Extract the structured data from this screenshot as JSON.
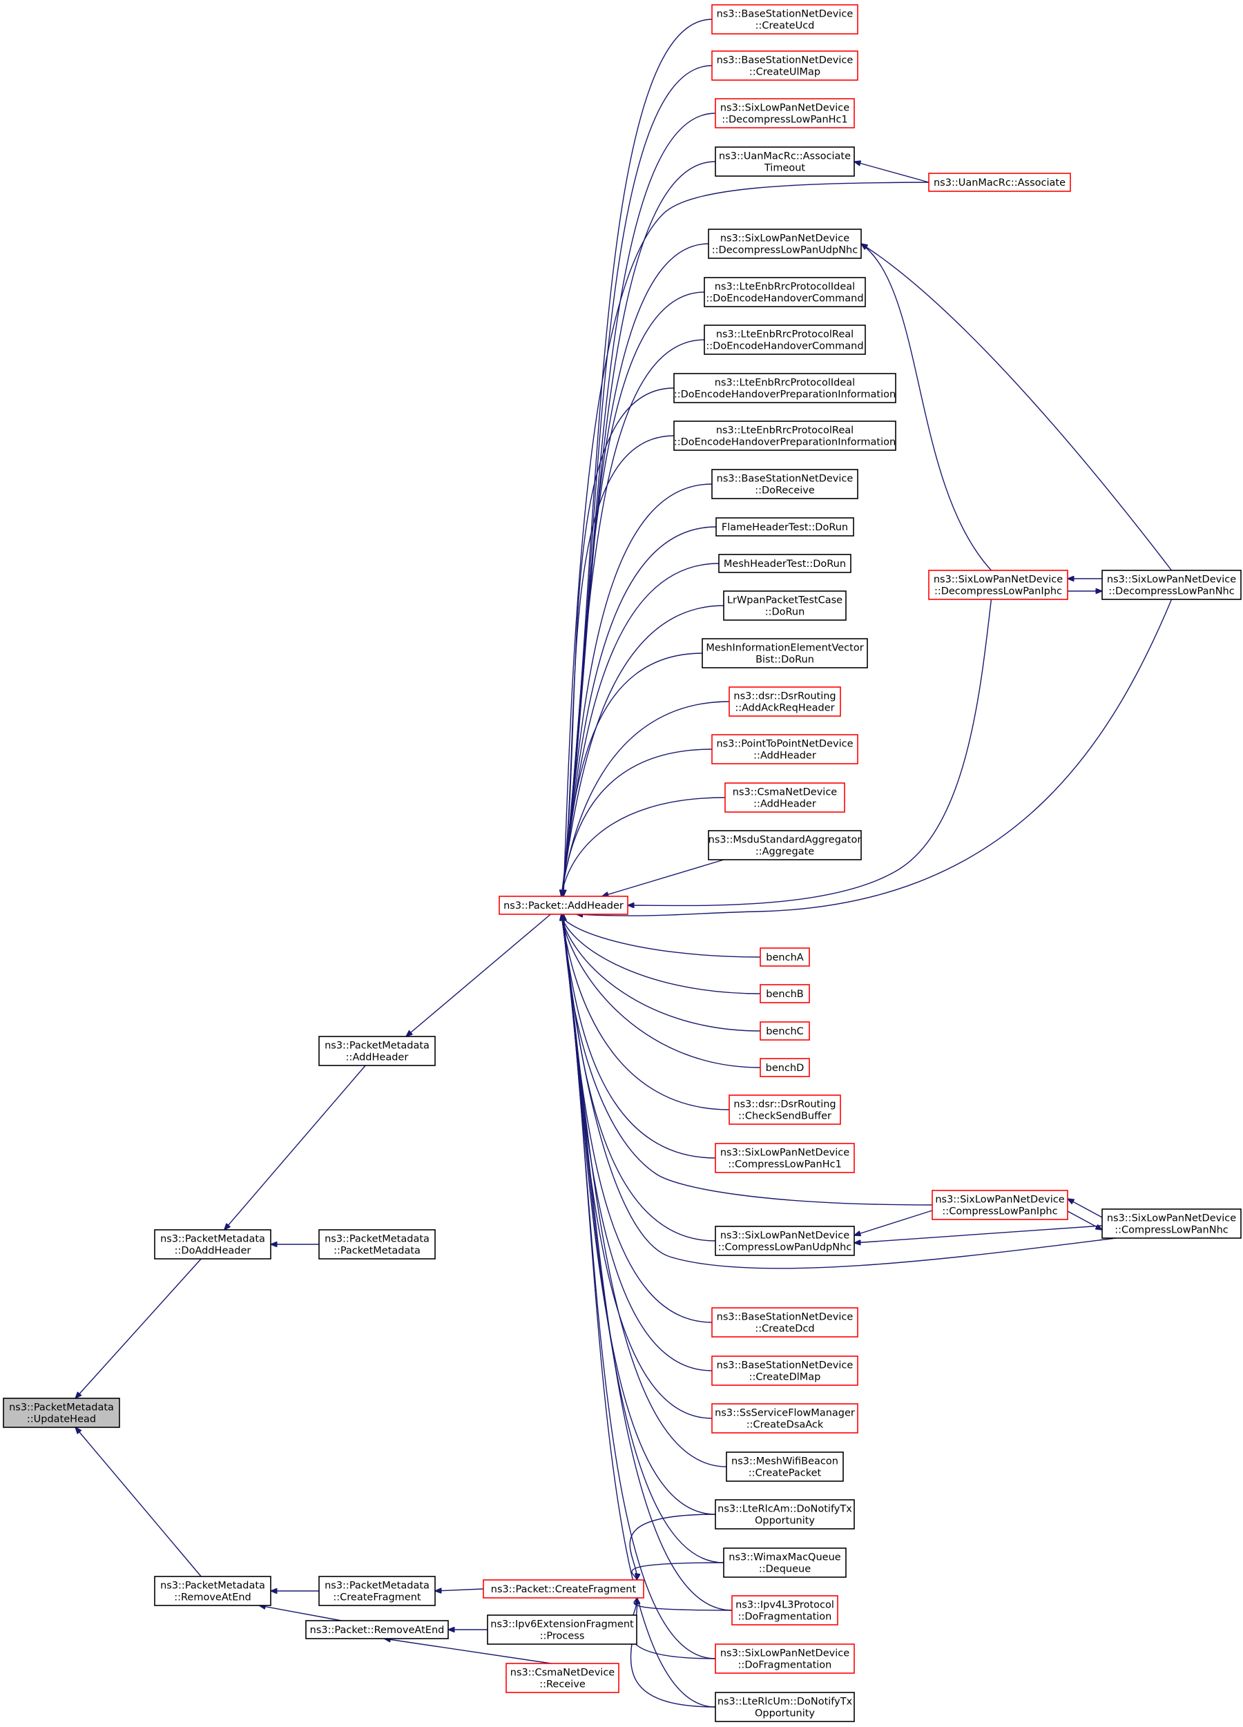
{
  "diagram": {
    "colors": {
      "edge": "#191970",
      "border_default": "#000000",
      "border_truncated": "#ff0000",
      "root_fill": "#bfbfbf"
    },
    "nodes": [
      {
        "id": "n0",
        "lines": [
          "ns3::PacketMetadata",
          "::UpdateHead"
        ],
        "style": "gray"
      },
      {
        "id": "n1",
        "lines": [
          "ns3::PacketMetadata",
          "::DoAddHeader"
        ],
        "style": "black"
      },
      {
        "id": "n2",
        "lines": [
          "ns3::PacketMetadata",
          "::RemoveAtEnd"
        ],
        "style": "black"
      },
      {
        "id": "n3",
        "lines": [
          "ns3::PacketMetadata",
          "::AddHeader"
        ],
        "style": "black"
      },
      {
        "id": "n4",
        "lines": [
          "ns3::PacketMetadata",
          "::PacketMetadata"
        ],
        "style": "black"
      },
      {
        "id": "n5",
        "lines": [
          "ns3::PacketMetadata",
          "::CreateFragment"
        ],
        "style": "black"
      },
      {
        "id": "n6",
        "lines": [
          "ns3::Packet::RemoveAtEnd"
        ],
        "style": "black"
      },
      {
        "id": "n7",
        "lines": [
          "ns3::Packet::AddHeader"
        ],
        "style": "red"
      },
      {
        "id": "n8",
        "lines": [
          "ns3::Packet::CreateFragment"
        ],
        "style": "red"
      },
      {
        "id": "n9",
        "lines": [
          "ns3::Ipv6ExtensionFragment",
          "::Process"
        ],
        "style": "black"
      },
      {
        "id": "n10",
        "lines": [
          "ns3::CsmaNetDevice",
          "::Receive"
        ],
        "style": "red"
      },
      {
        "id": "a1",
        "lines": [
          "ns3::BaseStationNetDevice",
          "::CreateUcd"
        ],
        "style": "red"
      },
      {
        "id": "a2",
        "lines": [
          "ns3::BaseStationNetDevice",
          "::CreateUlMap"
        ],
        "style": "red"
      },
      {
        "id": "a3",
        "lines": [
          "ns3::SixLowPanNetDevice",
          "::DecompressLowPanHc1"
        ],
        "style": "red"
      },
      {
        "id": "a4",
        "lines": [
          "ns3::UanMacRc::Associate",
          "Timeout"
        ],
        "style": "black"
      },
      {
        "id": "a5",
        "lines": [
          "ns3::SixLowPanNetDevice",
          "::DecompressLowPanUdpNhc"
        ],
        "style": "black"
      },
      {
        "id": "a6",
        "lines": [
          "ns3::LteEnbRrcProtocolIdeal",
          "::DoEncodeHandoverCommand"
        ],
        "style": "black"
      },
      {
        "id": "a7",
        "lines": [
          "ns3::LteEnbRrcProtocolReal",
          "::DoEncodeHandoverCommand"
        ],
        "style": "black"
      },
      {
        "id": "a8",
        "lines": [
          "ns3::LteEnbRrcProtocolIdeal",
          "::DoEncodeHandoverPreparationInformation"
        ],
        "style": "black"
      },
      {
        "id": "a9",
        "lines": [
          "ns3::LteEnbRrcProtocolReal",
          "::DoEncodeHandoverPreparationInformation"
        ],
        "style": "black"
      },
      {
        "id": "a10",
        "lines": [
          "ns3::BaseStationNetDevice",
          "::DoReceive"
        ],
        "style": "black"
      },
      {
        "id": "a11",
        "lines": [
          "FlameHeaderTest::DoRun"
        ],
        "style": "black"
      },
      {
        "id": "a12",
        "lines": [
          "MeshHeaderTest::DoRun"
        ],
        "style": "black"
      },
      {
        "id": "a13",
        "lines": [
          "LrWpanPacketTestCase",
          "::DoRun"
        ],
        "style": "black"
      },
      {
        "id": "a14",
        "lines": [
          "MeshInformationElementVector",
          "Bist::DoRun"
        ],
        "style": "black"
      },
      {
        "id": "a15",
        "lines": [
          "ns3::dsr::DsrRouting",
          "::AddAckReqHeader"
        ],
        "style": "red"
      },
      {
        "id": "a16",
        "lines": [
          "ns3::PointToPointNetDevice",
          "::AddHeader"
        ],
        "style": "red"
      },
      {
        "id": "a17",
        "lines": [
          "ns3::CsmaNetDevice",
          "::AddHeader"
        ],
        "style": "red"
      },
      {
        "id": "a18",
        "lines": [
          "ns3::MsduStandardAggregator",
          "::Aggregate"
        ],
        "style": "black"
      },
      {
        "id": "a19",
        "lines": [
          "benchA"
        ],
        "style": "red"
      },
      {
        "id": "a20",
        "lines": [
          "benchB"
        ],
        "style": "red"
      },
      {
        "id": "a21",
        "lines": [
          "benchC"
        ],
        "style": "red"
      },
      {
        "id": "a22",
        "lines": [
          "benchD"
        ],
        "style": "red"
      },
      {
        "id": "a23",
        "lines": [
          "ns3::dsr::DsrRouting",
          "::CheckSendBuffer"
        ],
        "style": "red"
      },
      {
        "id": "a24",
        "lines": [
          "ns3::SixLowPanNetDevice",
          "::CompressLowPanHc1"
        ],
        "style": "red"
      },
      {
        "id": "a25",
        "lines": [
          "ns3::SixLowPanNetDevice",
          "::CompressLowPanUdpNhc"
        ],
        "style": "black"
      },
      {
        "id": "a26",
        "lines": [
          "ns3::BaseStationNetDevice",
          "::CreateDcd"
        ],
        "style": "red"
      },
      {
        "id": "a27",
        "lines": [
          "ns3::BaseStationNetDevice",
          "::CreateDlMap"
        ],
        "style": "red"
      },
      {
        "id": "a28",
        "lines": [
          "ns3::SsServiceFlowManager",
          "::CreateDsaAck"
        ],
        "style": "red"
      },
      {
        "id": "a29",
        "lines": [
          "ns3::MeshWifiBeacon",
          "::CreatePacket"
        ],
        "style": "black"
      },
      {
        "id": "a30",
        "lines": [
          "ns3::LteRlcAm::DoNotifyTx",
          "Opportunity"
        ],
        "style": "black"
      },
      {
        "id": "a31",
        "lines": [
          "ns3::WimaxMacQueue",
          "::Dequeue"
        ],
        "style": "black"
      },
      {
        "id": "a32",
        "lines": [
          "ns3::Ipv4L3Protocol",
          "::DoFragmentation"
        ],
        "style": "red"
      },
      {
        "id": "a33",
        "lines": [
          "ns3::SixLowPanNetDevice",
          "::DoFragmentation"
        ],
        "style": "red"
      },
      {
        "id": "a34",
        "lines": [
          "ns3::LteRlcUm::DoNotifyTx",
          "Opportunity"
        ],
        "style": "black"
      },
      {
        "id": "b1",
        "lines": [
          "ns3::UanMacRc::Associate"
        ],
        "style": "red"
      },
      {
        "id": "b2",
        "lines": [
          "ns3::SixLowPanNetDevice",
          "::DecompressLowPanIphc"
        ],
        "style": "red"
      },
      {
        "id": "b3",
        "lines": [
          "ns3::SixLowPanNetDevice",
          "::CompressLowPanIphc"
        ],
        "style": "red"
      },
      {
        "id": "c1",
        "lines": [
          "ns3::SixLowPanNetDevice",
          "::DecompressLowPanNhc"
        ],
        "style": "black"
      },
      {
        "id": "c2",
        "lines": [
          "ns3::SixLowPanNetDevice",
          "::CompressLowPanNhc"
        ],
        "style": "black"
      }
    ],
    "edges": [
      [
        "n1",
        "n0"
      ],
      [
        "n2",
        "n0"
      ],
      [
        "n3",
        "n1"
      ],
      [
        "n4",
        "n1"
      ],
      [
        "n5",
        "n2"
      ],
      [
        "n6",
        "n2"
      ],
      [
        "n7",
        "n3"
      ],
      [
        "n8",
        "n5"
      ],
      [
        "n9",
        "n6"
      ],
      [
        "n10",
        "n6"
      ],
      [
        "a1",
        "n7"
      ],
      [
        "a2",
        "n7"
      ],
      [
        "a3",
        "n7"
      ],
      [
        "a4",
        "n7"
      ],
      [
        "b1",
        "n7"
      ],
      [
        "a5",
        "n7"
      ],
      [
        "a6",
        "n7"
      ],
      [
        "a7",
        "n7"
      ],
      [
        "a8",
        "n7"
      ],
      [
        "a9",
        "n7"
      ],
      [
        "a10",
        "n7"
      ],
      [
        "a11",
        "n7"
      ],
      [
        "a12",
        "n7"
      ],
      [
        "a13",
        "n7"
      ],
      [
        "a14",
        "n7"
      ],
      [
        "a15",
        "n7"
      ],
      [
        "a16",
        "n7"
      ],
      [
        "a17",
        "n7"
      ],
      [
        "a18",
        "n7"
      ],
      [
        "b2",
        "n7"
      ],
      [
        "c1",
        "n7"
      ],
      [
        "a19",
        "n7"
      ],
      [
        "a20",
        "n7"
      ],
      [
        "a21",
        "n7"
      ],
      [
        "a22",
        "n7"
      ],
      [
        "a23",
        "n7"
      ],
      [
        "a24",
        "n7"
      ],
      [
        "b3",
        "n7"
      ],
      [
        "a25",
        "n7"
      ],
      [
        "c2",
        "n7"
      ],
      [
        "a26",
        "n7"
      ],
      [
        "a27",
        "n7"
      ],
      [
        "a28",
        "n7"
      ],
      [
        "a29",
        "n7"
      ],
      [
        "a30",
        "n7"
      ],
      [
        "a31",
        "n7"
      ],
      [
        "a32",
        "n7"
      ],
      [
        "a33",
        "n7"
      ],
      [
        "a34",
        "n7"
      ],
      [
        "a30",
        "n8"
      ],
      [
        "a31",
        "n8"
      ],
      [
        "a32",
        "n8"
      ],
      [
        "a33",
        "n8"
      ],
      [
        "a34",
        "n8"
      ],
      [
        "b1",
        "a4"
      ],
      [
        "b2",
        "a5"
      ],
      [
        "c1",
        "a5"
      ],
      [
        "c1",
        "b2"
      ],
      [
        "b2",
        "c1"
      ],
      [
        "b3",
        "a25"
      ],
      [
        "c2",
        "a25"
      ],
      [
        "c2",
        "b3"
      ],
      [
        "b3",
        "c2"
      ]
    ]
  }
}
